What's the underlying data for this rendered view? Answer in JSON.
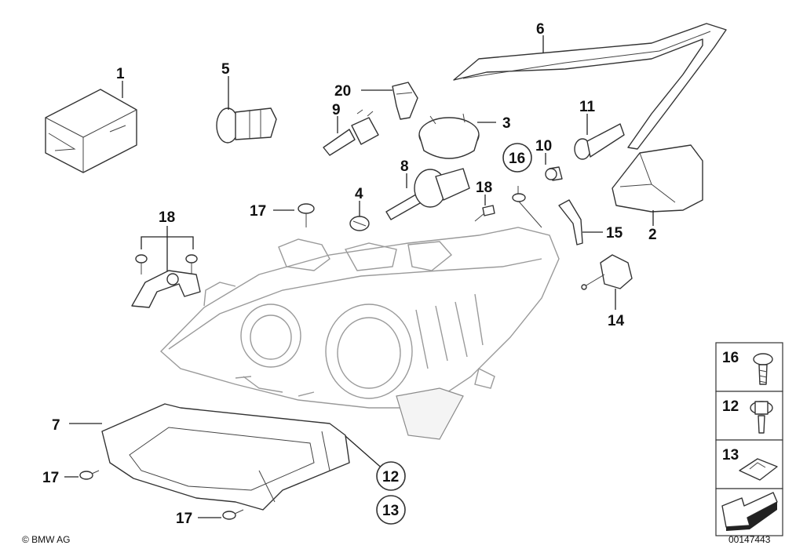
{
  "callouts": {
    "c1": "1",
    "c2": "2",
    "c3": "3",
    "c4": "4",
    "c5": "5",
    "c6": "6",
    "c7": "7",
    "c8": "8",
    "c9": "9",
    "c10": "10",
    "c11": "11",
    "c12": "12",
    "c13": "13",
    "c14": "14",
    "c15": "15",
    "c16": "16",
    "c17a": "17",
    "c17b": "17",
    "c17c": "17",
    "c18a": "18",
    "c18b": "18",
    "c20": "20"
  },
  "legend": {
    "l16": "16",
    "l12": "12",
    "l13": "13"
  },
  "footer": {
    "copyright": "© BMW AG",
    "ref": "00147443"
  }
}
